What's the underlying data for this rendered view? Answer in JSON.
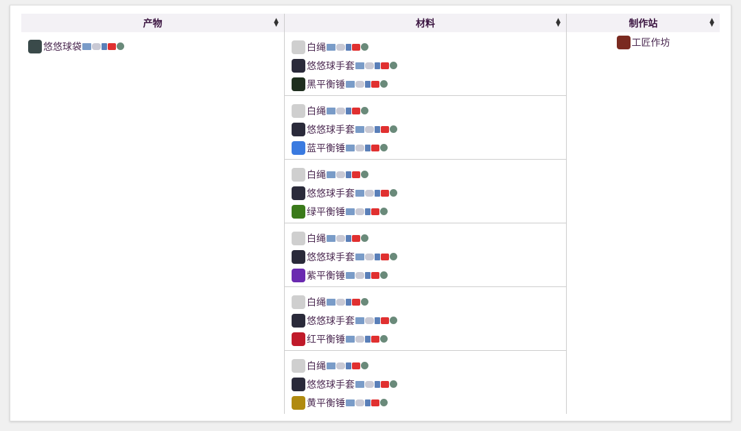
{
  "headers": [
    "产物",
    "材料",
    "制作站"
  ],
  "product": {
    "name": "悠悠球袋",
    "color": "#3a4a4a"
  },
  "station": {
    "name": "工匠作坊",
    "color": "#7a2a20"
  },
  "groups": [
    {
      "items": [
        {
          "name": "白绳",
          "color": "#cfcfcf"
        },
        {
          "name": "悠悠球手套",
          "color": "#2a2a3a"
        },
        {
          "name": "黑平衡锤",
          "color": "#1e2e1e"
        }
      ]
    },
    {
      "items": [
        {
          "name": "白绳",
          "color": "#cfcfcf"
        },
        {
          "name": "悠悠球手套",
          "color": "#2a2a3a"
        },
        {
          "name": "蓝平衡锤",
          "color": "#3a7ae0"
        }
      ]
    },
    {
      "items": [
        {
          "name": "白绳",
          "color": "#cfcfcf"
        },
        {
          "name": "悠悠球手套",
          "color": "#2a2a3a"
        },
        {
          "name": "绿平衡锤",
          "color": "#3a7a1a"
        }
      ]
    },
    {
      "items": [
        {
          "name": "白绳",
          "color": "#cfcfcf"
        },
        {
          "name": "悠悠球手套",
          "color": "#2a2a3a"
        },
        {
          "name": "紫平衡锤",
          "color": "#6a2ab0"
        }
      ]
    },
    {
      "items": [
        {
          "name": "白绳",
          "color": "#cfcfcf"
        },
        {
          "name": "悠悠球手套",
          "color": "#2a2a3a"
        },
        {
          "name": "红平衡锤",
          "color": "#c01a2a"
        }
      ]
    },
    {
      "items": [
        {
          "name": "白绳",
          "color": "#cfcfcf"
        },
        {
          "name": "悠悠球手套",
          "color": "#2a2a3a"
        },
        {
          "name": "黄平衡锤",
          "color": "#b08a10"
        }
      ]
    }
  ]
}
